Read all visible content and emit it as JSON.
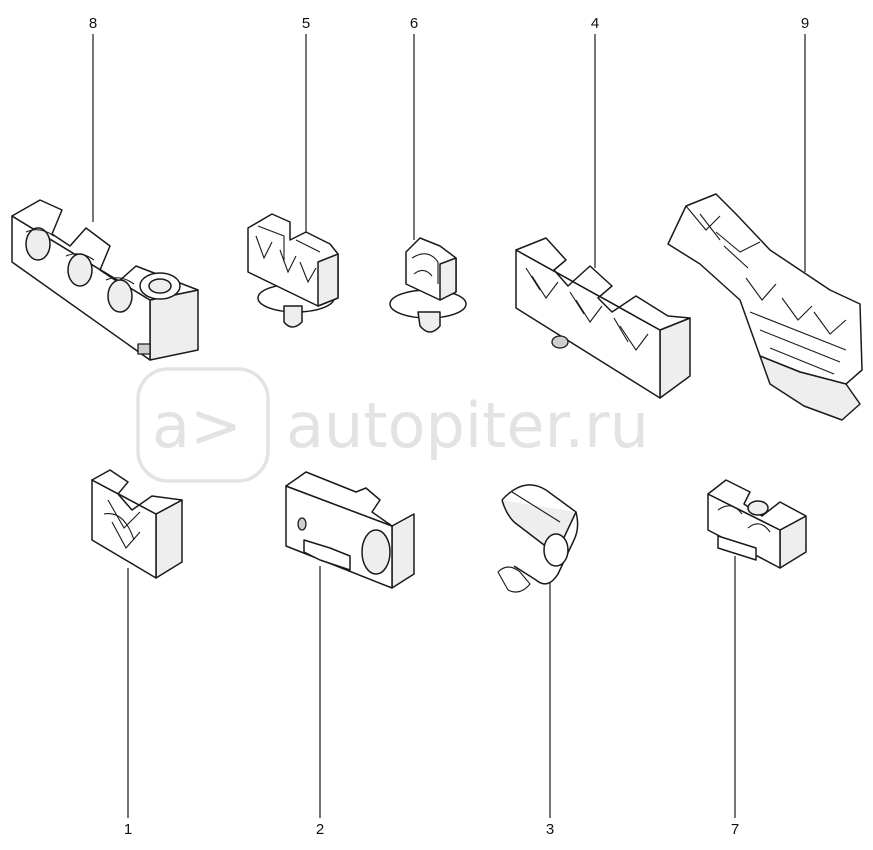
{
  "watermark": {
    "text": "autopiter.ru"
  },
  "colors": {
    "line": "#1a1a1a",
    "fill": "#ffffff",
    "shade": "#eeeeee",
    "watermark": "#e3e3e3"
  },
  "callouts": [
    {
      "id": "c1",
      "label": "1"
    },
    {
      "id": "c2",
      "label": "2"
    },
    {
      "id": "c3",
      "label": "3"
    },
    {
      "id": "c4",
      "label": "4"
    },
    {
      "id": "c5",
      "label": "5"
    },
    {
      "id": "c6",
      "label": "6"
    },
    {
      "id": "c7",
      "label": "7"
    },
    {
      "id": "c8",
      "label": "8"
    },
    {
      "id": "c9",
      "label": "9"
    }
  ]
}
